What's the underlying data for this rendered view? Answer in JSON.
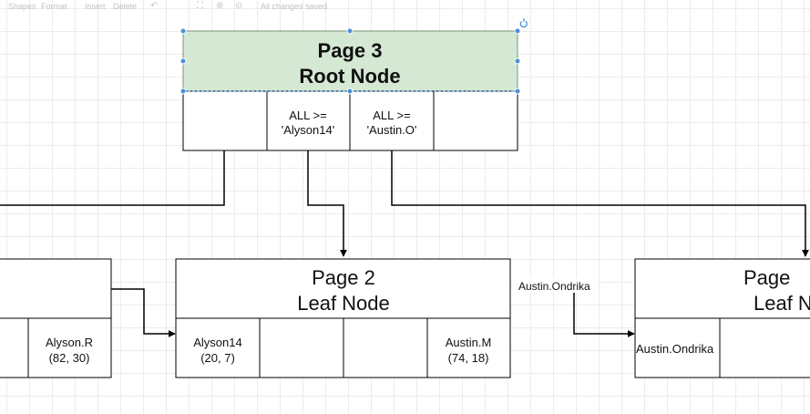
{
  "toolbar": {
    "shapes": "Shapes",
    "format": "Format",
    "insert": "Insert",
    "delete": "Delete",
    "status": "All changes saved"
  },
  "root": {
    "title_line1": "Page 3",
    "title_line2": "Root Node",
    "cells": [
      [
        "",
        ""
      ],
      [
        "ALL  >=",
        "'Alyson14'"
      ],
      [
        "ALL >=",
        "'Austin.O'"
      ],
      [
        "",
        ""
      ]
    ],
    "fill": "#d5e8d4",
    "selection_color": "#4a90d9"
  },
  "left_leaf": {
    "cells": [
      [
        "",
        ""
      ],
      [
        "Alyson.R",
        "(82, 30)"
      ]
    ]
  },
  "center_leaf": {
    "title_line1": "Page 2",
    "title_line2": "Leaf Node",
    "cells": [
      [
        "Alyson14",
        "(20, 7)"
      ],
      [
        "",
        ""
      ],
      [
        "",
        ""
      ],
      [
        "Austin.M",
        "(74, 18)"
      ]
    ]
  },
  "right_leaf": {
    "title_line1": "Page",
    "title_line2": "Leaf N",
    "cells": [
      [
        "Austin.Ondrika",
        ""
      ],
      [
        "",
        ""
      ]
    ]
  },
  "edge_label": "Austin.Ondrika"
}
